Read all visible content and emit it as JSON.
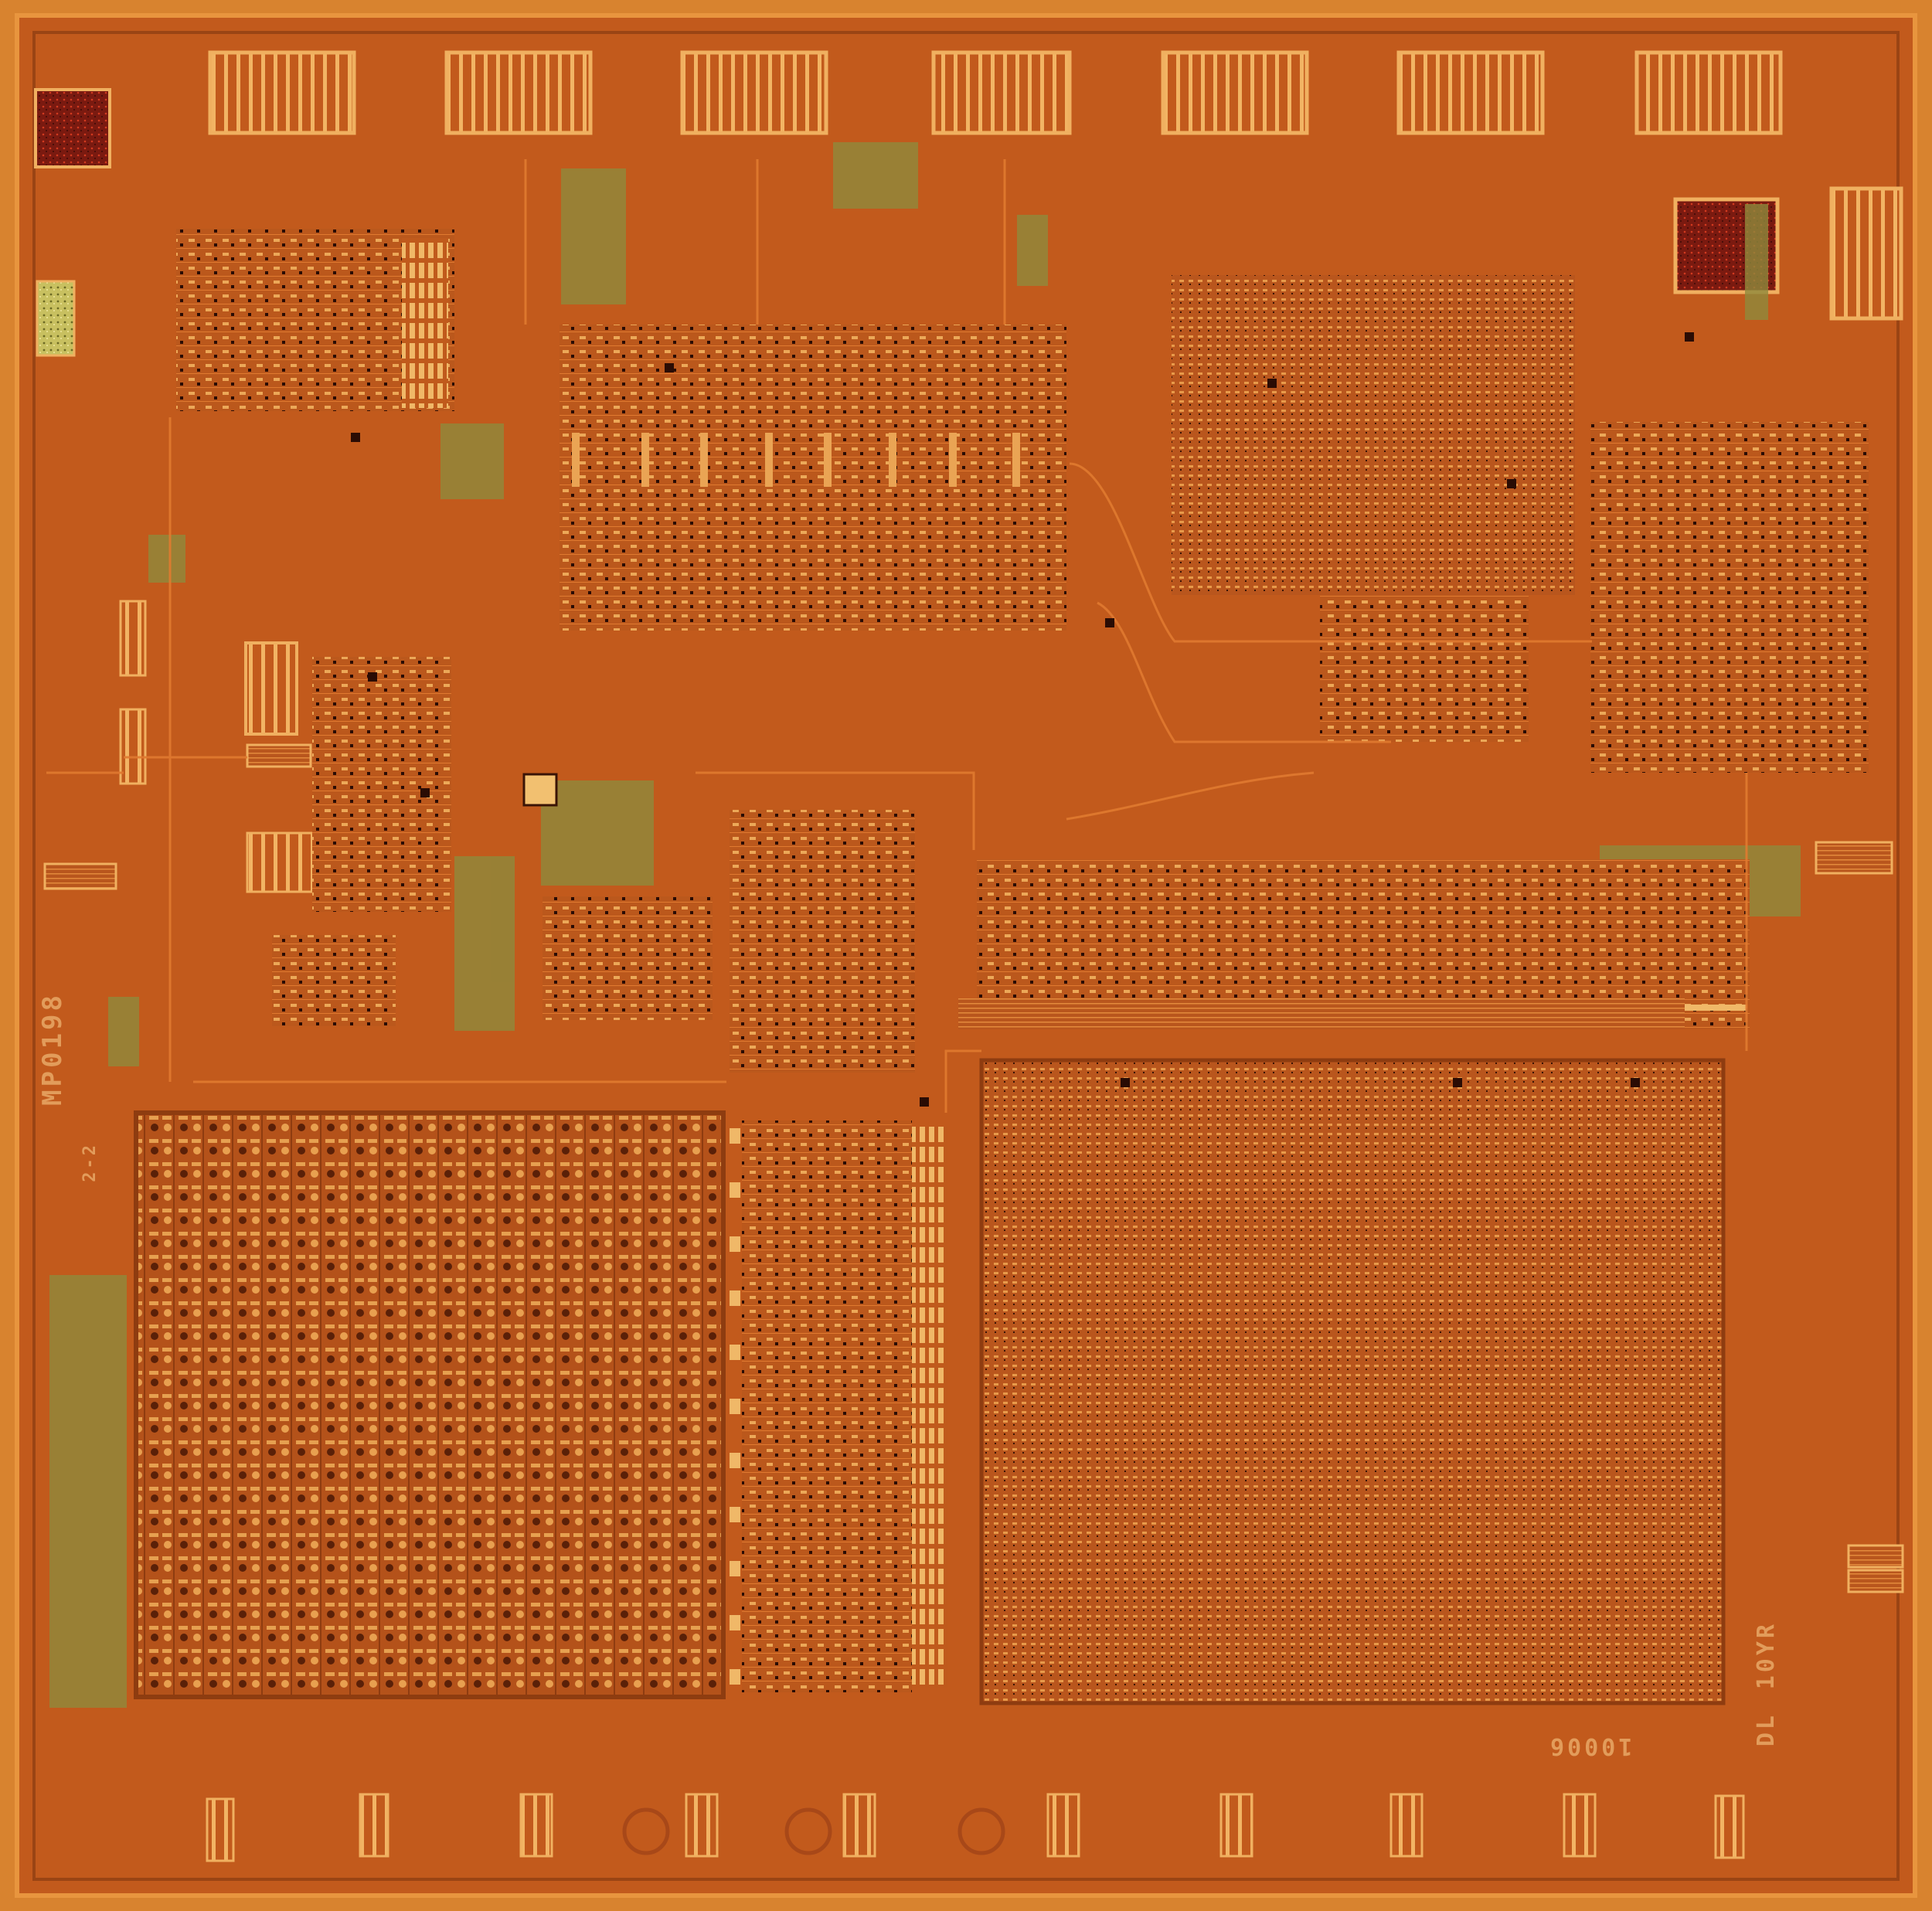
{
  "image": {
    "subject": "microcontroller-silicon-die",
    "colors": {
      "substrate": "#c25a1c",
      "substrate_dark": "#8e3c10",
      "edge": "#d8832f",
      "metal": "#f0b060",
      "metal_light": "#ffd48a",
      "poly_green": "#8e8a3c",
      "contact_dark": "#2a0c04",
      "trace": "#e07a30",
      "pad_dark": "#7a1a10",
      "pad_yellow": "#c8c060"
    }
  },
  "markings": {
    "part_number": "MP0198",
    "code_top": "10YR",
    "code_bottom": "DL",
    "serial": "10006",
    "code_small": "2-2"
  }
}
